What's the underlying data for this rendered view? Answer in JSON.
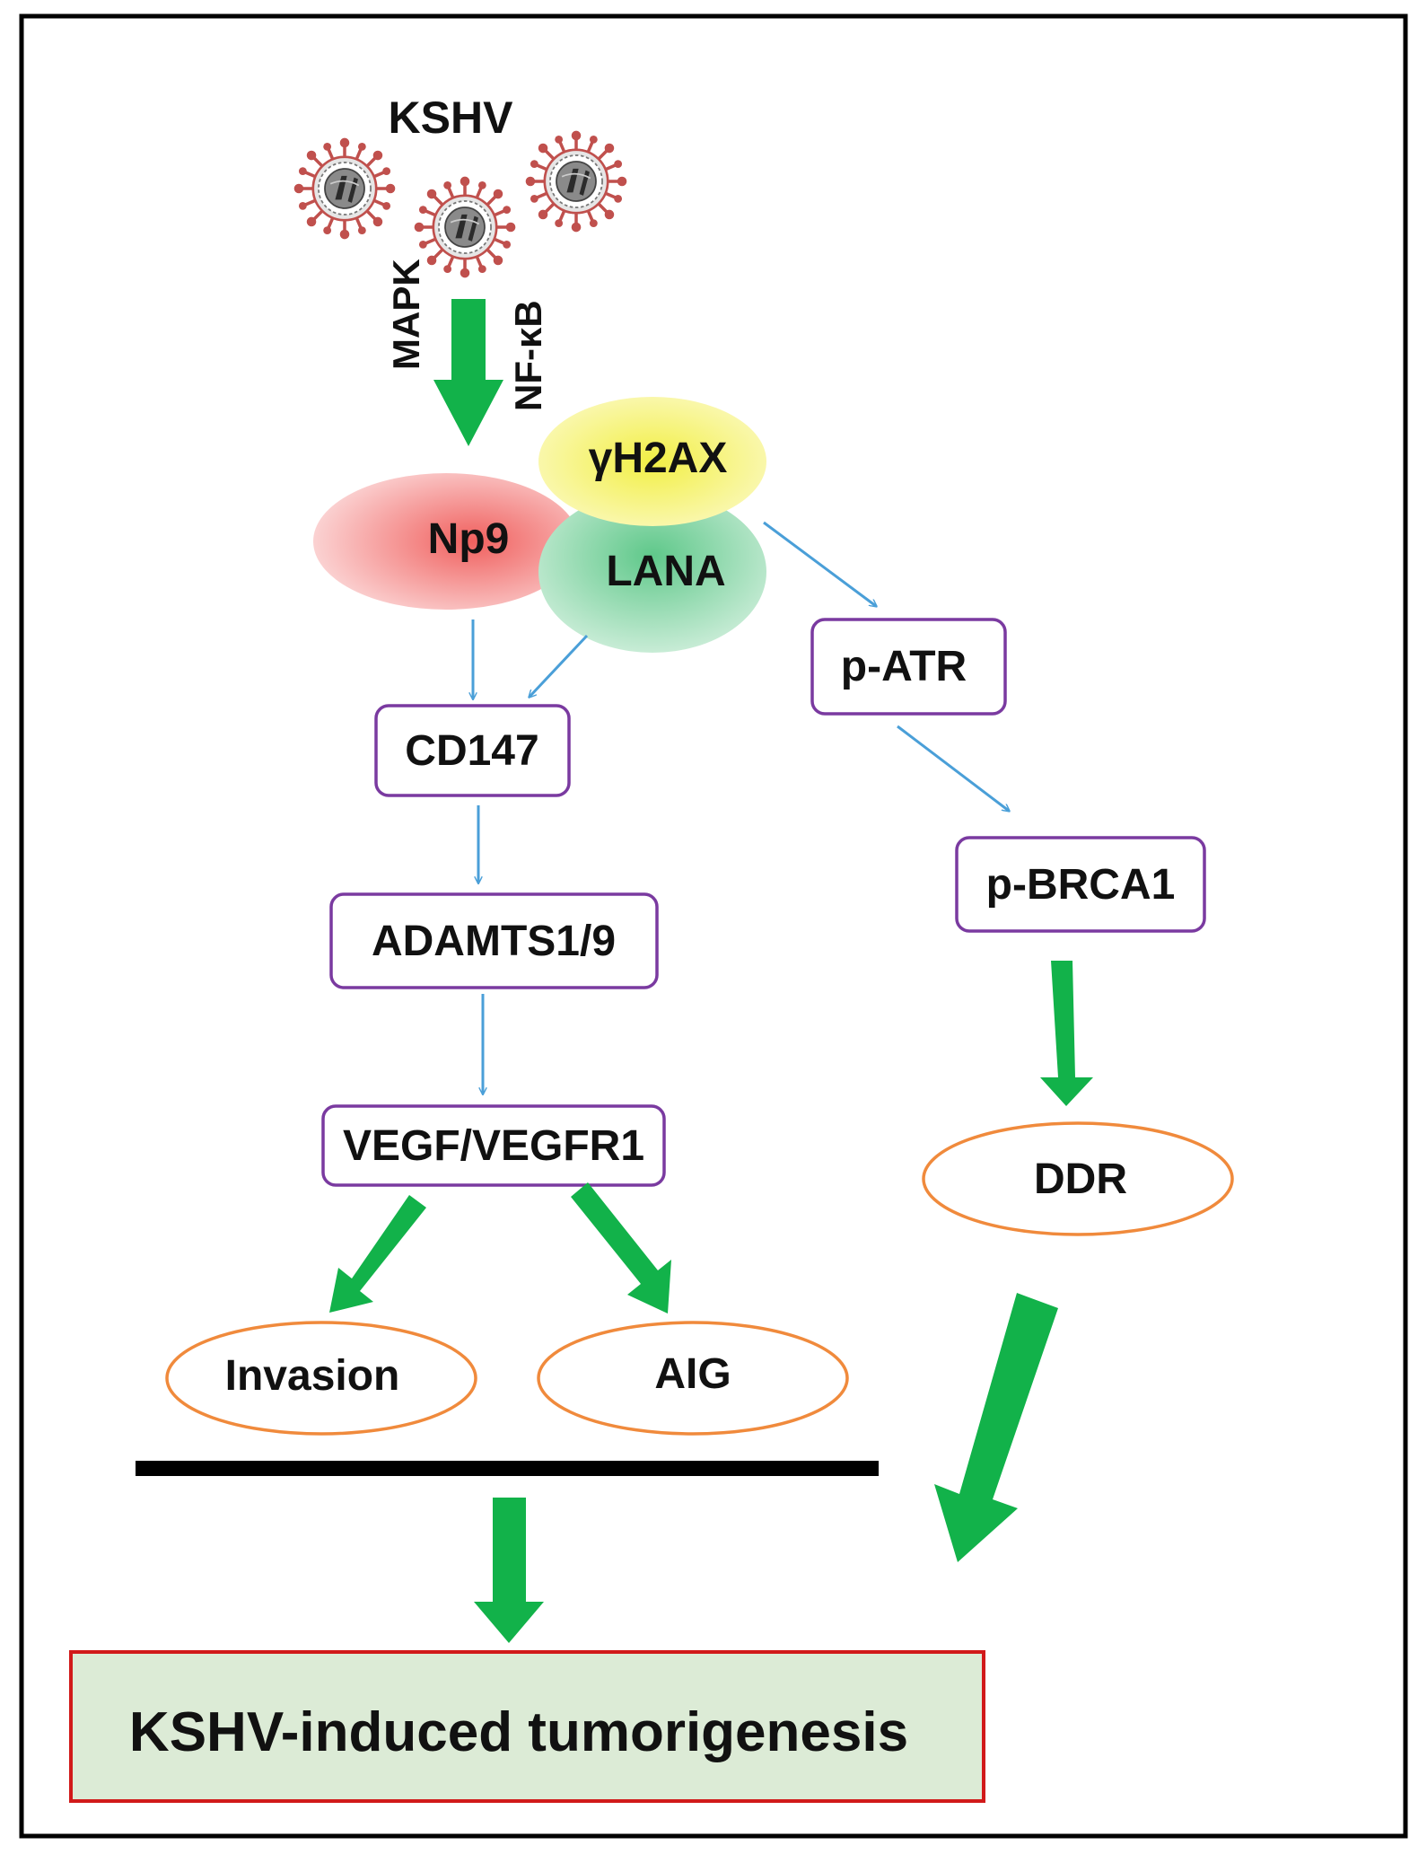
{
  "virus": {
    "label": "KSHV",
    "icon": "virus-icon",
    "pathway_labels": [
      "MAPK",
      "NF-κB"
    ]
  },
  "complex": {
    "np9": "Np9",
    "lana": "LANA",
    "h2ax": "γH2AX"
  },
  "left_path": {
    "cd147": "CD147",
    "adamts": "ADAMTS1/9",
    "vegf": "VEGF/VEGFR1"
  },
  "right_path": {
    "atr": "p-ATR",
    "brca1": "p-BRCA1"
  },
  "outcomes": {
    "invasion": "Invasion",
    "aig": "AIG",
    "ddr": "DDR"
  },
  "result": "KSHV-induced tumorigenesis",
  "colors": {
    "box_border": "#7a3aa0",
    "outcome_border": "#f08a3c",
    "thin_arrow": "#4a9fd8",
    "thick_arrow": "#12b24a",
    "result_border": "#d11a1a",
    "result_fill": "#dcebd6",
    "np9_fill": "#f4a0a0",
    "lana_fill": "#9fdcb6",
    "h2ax_fill": "#f7f48a",
    "virus_spike": "#c0504d"
  }
}
